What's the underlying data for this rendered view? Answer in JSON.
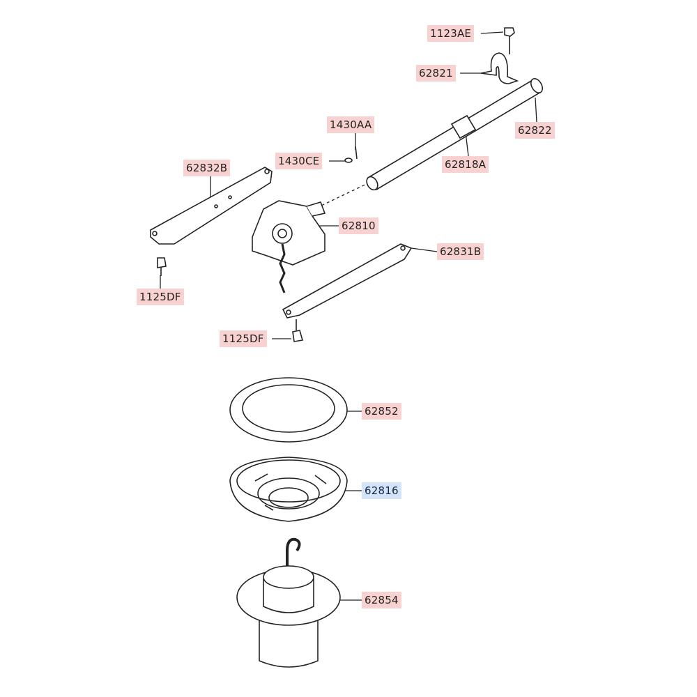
{
  "labels": {
    "p1123AE": "1123AE",
    "p62821": "62821",
    "p1430AA": "1430AA",
    "p62822": "62822",
    "p1430CE": "1430CE",
    "p62818A": "62818A",
    "p62832B": "62832B",
    "p62810": "62810",
    "p62831B": "62831B",
    "p1125DF_left": "1125DF",
    "p1125DF_bottom": "1125DF",
    "p62852": "62852",
    "p62816": "62816",
    "p62854": "62854"
  },
  "colors": {
    "label_pink": "#f8d2d0",
    "label_blue": "#d3e3f8",
    "line": "#222222"
  }
}
